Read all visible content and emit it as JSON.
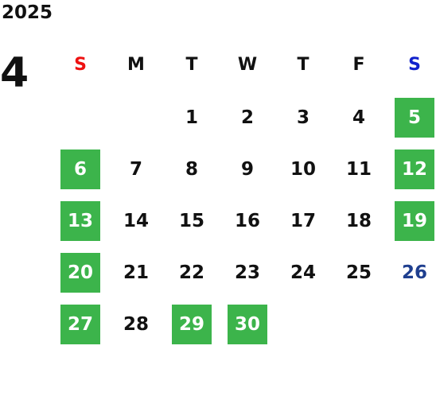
{
  "calendar": {
    "year": "2025",
    "month": "4",
    "weekdays": [
      {
        "label": "S",
        "type": "sun"
      },
      {
        "label": "M",
        "type": "normal"
      },
      {
        "label": "T",
        "type": "normal"
      },
      {
        "label": "W",
        "type": "normal"
      },
      {
        "label": "T",
        "type": "normal"
      },
      {
        "label": "F",
        "type": "normal"
      },
      {
        "label": "S",
        "type": "sat"
      }
    ],
    "weeks": [
      [
        null,
        null,
        {
          "d": "1"
        },
        {
          "d": "2"
        },
        {
          "d": "3"
        },
        {
          "d": "4"
        },
        {
          "d": "5",
          "style": "green"
        }
      ],
      [
        {
          "d": "6",
          "style": "green"
        },
        {
          "d": "7"
        },
        {
          "d": "8"
        },
        {
          "d": "9"
        },
        {
          "d": "10"
        },
        {
          "d": "11"
        },
        {
          "d": "12",
          "style": "green"
        }
      ],
      [
        {
          "d": "13",
          "style": "green"
        },
        {
          "d": "14"
        },
        {
          "d": "15"
        },
        {
          "d": "16"
        },
        {
          "d": "17"
        },
        {
          "d": "18"
        },
        {
          "d": "19",
          "style": "green"
        }
      ],
      [
        {
          "d": "20",
          "style": "green"
        },
        {
          "d": "21"
        },
        {
          "d": "22"
        },
        {
          "d": "23"
        },
        {
          "d": "24"
        },
        {
          "d": "25"
        },
        {
          "d": "26",
          "style": "blue"
        }
      ],
      [
        {
          "d": "27",
          "style": "green"
        },
        {
          "d": "28"
        },
        {
          "d": "29",
          "style": "green"
        },
        {
          "d": "30",
          "style": "green"
        },
        null,
        null,
        null
      ]
    ],
    "colors": {
      "highlight": "#3cb44b",
      "sunday_header": "#ee1111",
      "saturday_header": "#1122cc",
      "blue_day": "#1f3f8f"
    }
  }
}
